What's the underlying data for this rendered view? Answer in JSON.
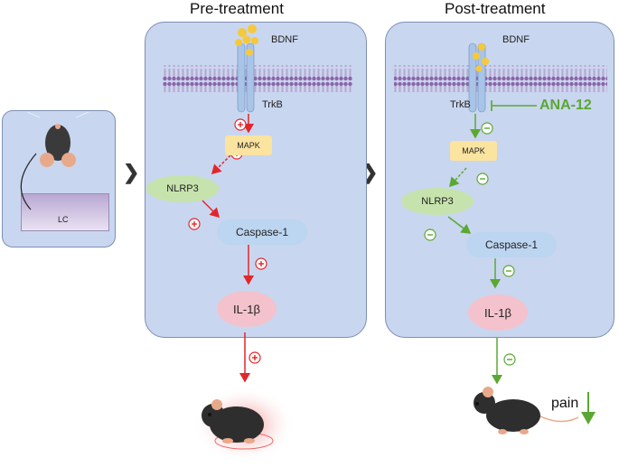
{
  "pre": {
    "title": "Pre-treatment",
    "bdnf": "BDNF",
    "trkb": "TrkB",
    "mapk": "MAPK",
    "nlrp3": "NLRP3",
    "caspase": "Caspase-1",
    "il1b": "IL-1β",
    "sign": "+"
  },
  "post": {
    "title": "Post-treatment",
    "bdnf": "BDNF",
    "trkb": "TrkB",
    "inhibitor": "ANA-12",
    "mapk": "MAPK",
    "nlrp3": "NLRP3",
    "caspase": "Caspase-1",
    "il1b": "IL-1β",
    "sign": "−",
    "pain": "pain"
  },
  "left_inset": {
    "region_label": "LC"
  },
  "colors": {
    "activation": "#e2262b",
    "inhibition": "#5aa832",
    "cell_fill": "#c9d6ef",
    "membrane": "#8a64a8"
  }
}
